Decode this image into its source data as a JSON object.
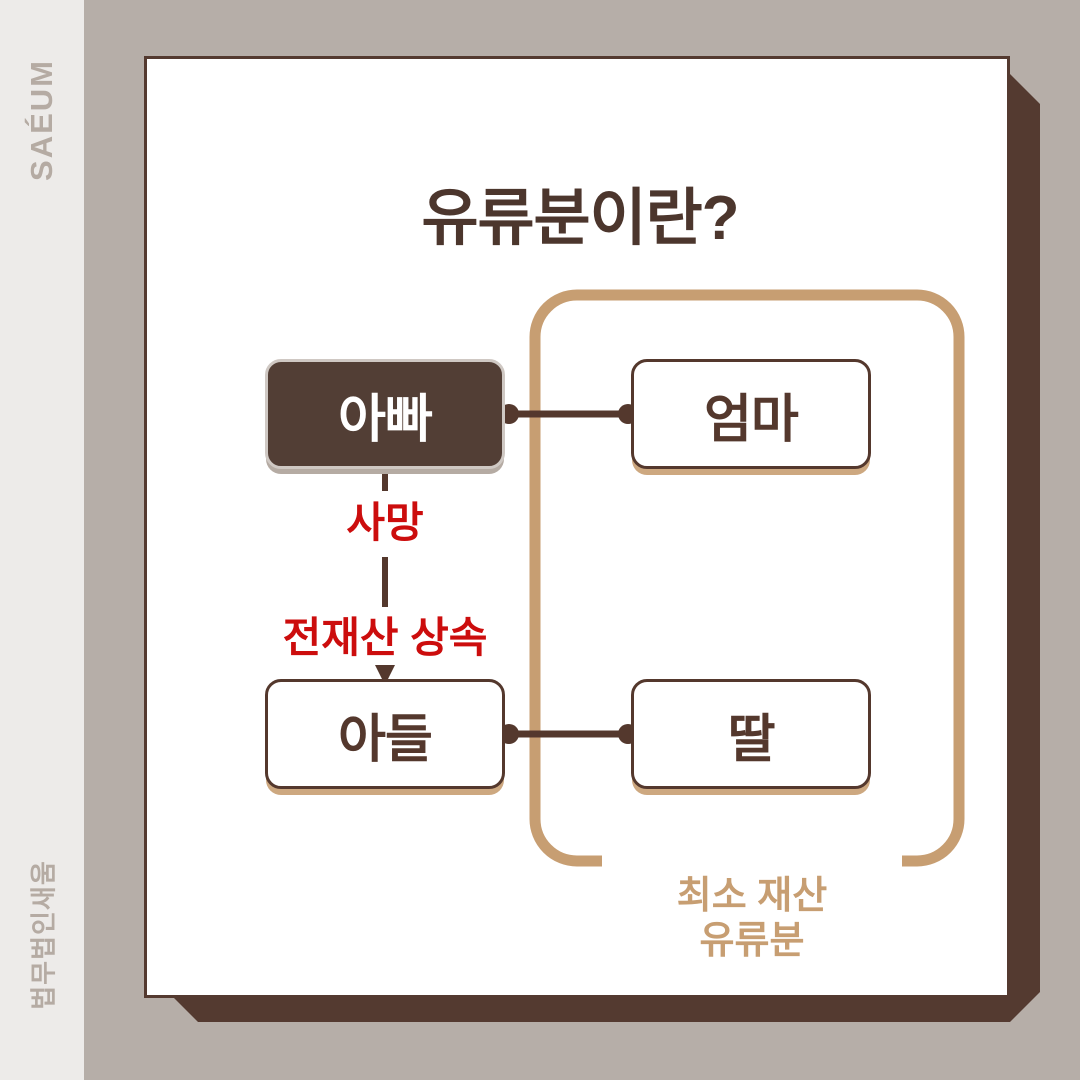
{
  "brand": {
    "name_latin": "SAÉUM",
    "name_korean": "법무법인새움"
  },
  "card": {
    "title": "유류분이란?"
  },
  "colors": {
    "page_background": "#b6aea8",
    "strip_background": "#edebe9",
    "card_background": "#ffffff",
    "card_border": "#543a30",
    "card_shadow": "#543a30",
    "title_text": "#4c362d",
    "box_dark_fill": "#523e35",
    "box_dark_text": "#ffffff",
    "box_light_fill": "#ffffff",
    "box_light_border": "#54382d",
    "box_light_text": "#54382d",
    "box_light_shadow": "#cda880",
    "connector": "#54382d",
    "annotation_red": "#cc0d0d",
    "bracket_tan": "#c79e72",
    "brand_text": "#b5aba3"
  },
  "diagram": {
    "boxes": [
      {
        "id": "father",
        "label": "아빠",
        "style": "dark"
      },
      {
        "id": "mother",
        "label": "엄마",
        "style": "light"
      },
      {
        "id": "son",
        "label": "아들",
        "style": "light"
      },
      {
        "id": "daughter",
        "label": "딸",
        "style": "light"
      }
    ],
    "annotations": [
      {
        "id": "death",
        "label": "사망",
        "color": "#cc0d0d"
      },
      {
        "id": "inherit",
        "label": "전재산 상속",
        "color": "#cc0d0d"
      }
    ],
    "bracket": {
      "caption_line_1": "최소 재산",
      "caption_line_2": "유류분",
      "color": "#c79e72"
    },
    "connections": [
      {
        "from": "father",
        "to": "mother",
        "type": "spouse-link"
      },
      {
        "from": "son",
        "to": "daughter",
        "type": "sibling-link"
      },
      {
        "from": "father",
        "to": "son",
        "type": "inheritance-arrow"
      }
    ]
  }
}
